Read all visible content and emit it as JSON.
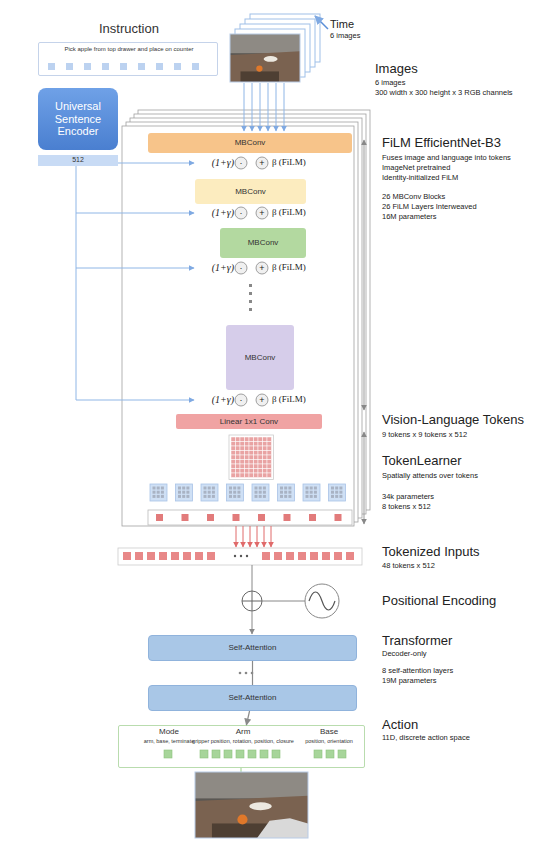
{
  "diagram": {
    "nodes": [
      {
        "text": [
          "Instruction",
          "Pick apple from top drawer and place on counter"
        ]
      },
      {
        "text": [
          "Universal Sentence Encoder"
        ]
      },
      {
        "text": [
          "512"
        ]
      },
      {
        "text": [
          "MBConv"
        ]
      },
      {
        "text": [
          "MBConv"
        ]
      },
      {
        "text": [
          "MBConv"
        ]
      },
      {
        "text": [
          "MBConv"
        ]
      },
      {
        "text": [
          "Linear 1x1 Conv"
        ]
      },
      {
        "text": [
          "Self-Attention"
        ]
      },
      {
        "text": [
          "Self-Attention"
        ]
      },
      {
        "text": [
          "Mode",
          "arm, base, terminate",
          "Arm",
          "gripper position, rotation, position, closure",
          "Base",
          "position, orientation"
        ]
      }
    ],
    "edges": [
      {
        "from": 8,
        "to": 9,
        "arrow": "none"
      },
      {
        "from": 9,
        "to": 10,
        "arrow": "to"
      }
    ],
    "labels": [
      "Time",
      "6 images",
      "Images",
      "6 images",
      "300 width x 300 height x 3 RGB channels",
      "(1+γ)",
      "·",
      "+",
      "β (FiLM)",
      "(1+γ)",
      "·",
      "+",
      "β (FiLM)",
      "(1+γ)",
      "·",
      "+",
      "β (FiLM)",
      "(1+γ)",
      "·",
      "+",
      "β (FiLM)",
      "FiLM EfficientNet-B3",
      "Fuses image and language into tokens",
      "ImageNet pretrained",
      "Identity-initialized FiLM",
      "26 MBConv Blocks",
      "26 FiLM Layers Interweaved",
      "16M parameters",
      "Vision-Language Tokens",
      "9 tokens x 9 tokens x 512",
      "TokenLearner",
      "Spatially attends over tokens",
      "34k parameters",
      "8 tokens x 512",
      "Tokenized Inputs",
      "48 tokens x 512",
      "Positional Encoding",
      "Transformer",
      "Decoder-only",
      "8 self-attention layers",
      "19M parameters",
      "Action",
      "11D, discrete action space"
    ]
  }
}
